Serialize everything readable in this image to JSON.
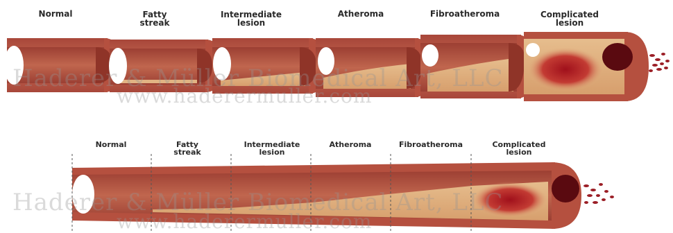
{
  "stages_top": [
    {
      "id": "normal",
      "label": "Normal"
    },
    {
      "id": "fatty-streak",
      "label": "Fatty\nstreak"
    },
    {
      "id": "intermediate-lesion",
      "label": "Intermediate\nlesion"
    },
    {
      "id": "atheroma",
      "label": "Atheroma"
    },
    {
      "id": "fibroatheroma",
      "label": "Fibroatheroma"
    },
    {
      "id": "complicated-lesion",
      "label": "Complicated\nlesion"
    }
  ],
  "stages_bottom": [
    {
      "id": "normal",
      "label": "Normal"
    },
    {
      "id": "fatty-streak",
      "label": "Fatty\nstreak"
    },
    {
      "id": "intermediate-lesion",
      "label": "Intermediate\nlesion"
    },
    {
      "id": "atheroma",
      "label": "Atheroma"
    },
    {
      "id": "fibroatheroma",
      "label": "Fibroatheroma"
    },
    {
      "id": "complicated-lesion",
      "label": "Complicated\nlesion"
    }
  ],
  "watermark": {
    "line1": "Haderer & Müller Biomedical Art, LLC",
    "line2": "www.haderermuller.com"
  },
  "colors": {
    "wall_outer": "#b5503f",
    "wall_inner": "#d88a6b",
    "lumen": "#a84a3a",
    "plaque": "#e2b483",
    "clot": "#7a0d12",
    "hemorrhage": "#b8232a"
  }
}
